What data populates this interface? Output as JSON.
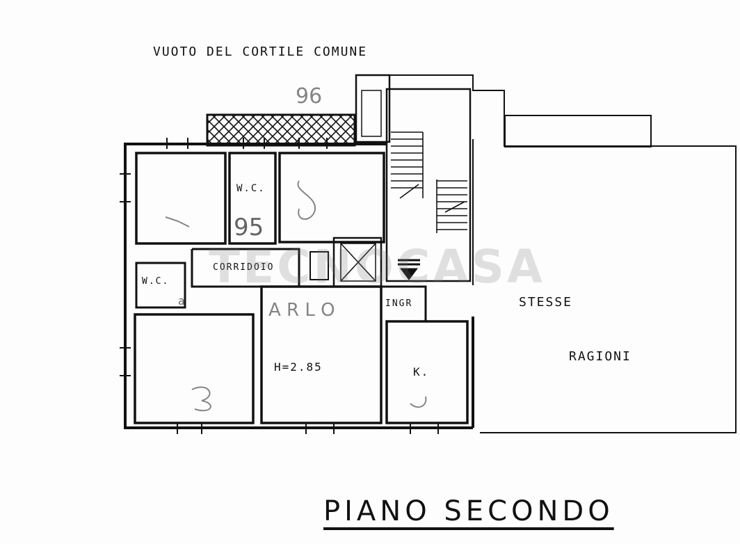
{
  "top_note": "VUOTO DEL CORTILE COMUNE",
  "title": "PIANO SECONDO",
  "watermark": "TECNOCASA",
  "rooms": {
    "wc_top": "W.C.",
    "wc_left": "W.C.",
    "corridor": "CORRIDOIO",
    "entrance": "INGR",
    "kitchen": "K.",
    "height": "H=2.85"
  },
  "side_note": {
    "line1": "STESSE",
    "line2": "RAGIONI"
  },
  "handwritten": {
    "top_number": "96",
    "wc_number": "95",
    "sub_mark": "a",
    "entrance_mark": "A  R  L  O"
  },
  "colors": {
    "ink": "#111111",
    "paper": "#fdfdfd",
    "watermark": "#999999"
  }
}
